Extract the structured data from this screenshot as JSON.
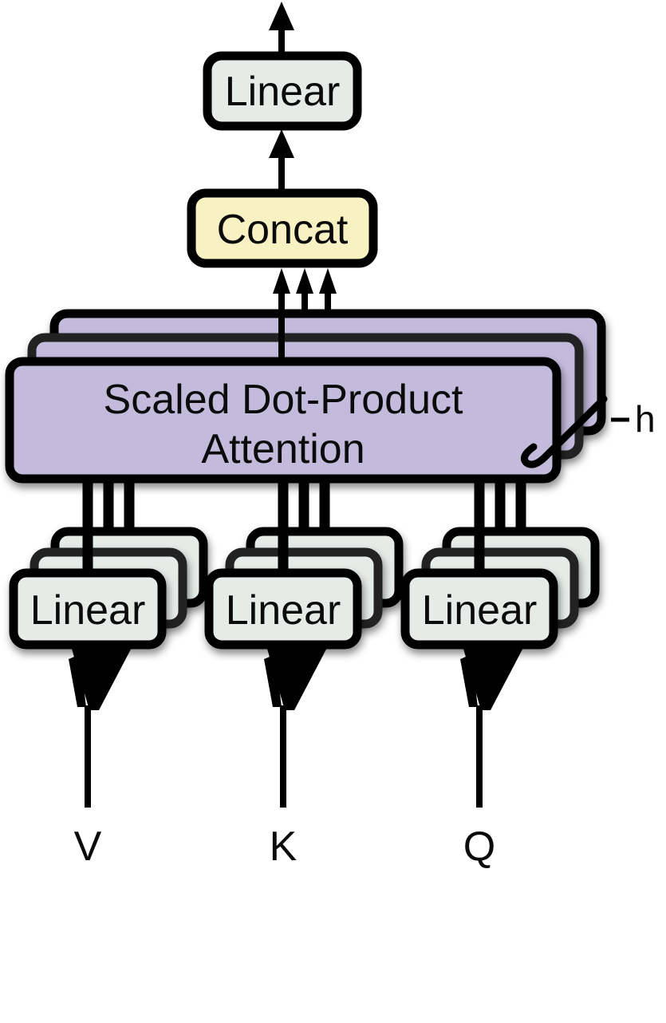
{
  "figure": {
    "name": "multi-head-attention-diagram",
    "blocks": {
      "output_linear": "Linear",
      "concat": "Concat",
      "attention_line1": "Scaled Dot-Product",
      "attention_line2": "Attention",
      "heads_label": "h",
      "proj_v": "Linear",
      "proj_k": "Linear",
      "proj_q": "Linear"
    },
    "inputs": {
      "v": "V",
      "k": "K",
      "q": "Q"
    },
    "colors": {
      "attention_fill": "#c3bbdc",
      "linear_fill": "#e6ebe8",
      "concat_fill": "#f8f2c2",
      "stroke": "#000000"
    }
  }
}
